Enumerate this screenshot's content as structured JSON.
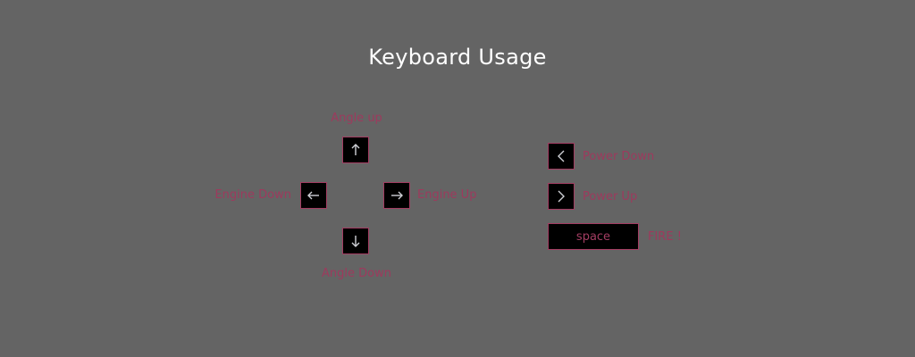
{
  "title": "Keyboard Usage",
  "colors": {
    "background": "#646464",
    "key_fill": "#000000",
    "key_border": "#a33d62",
    "label_text": "#9d3a5d",
    "title_text": "#ffffff"
  },
  "controls": {
    "angle_up": {
      "label": "Angle up",
      "key_icon": "arrow-up-icon"
    },
    "angle_down": {
      "label": "Angle Down",
      "key_icon": "arrow-down-icon"
    },
    "engine_down": {
      "label": "Engine Down",
      "key_icon": "arrow-left-icon"
    },
    "engine_up": {
      "label": "Engine Up",
      "key_icon": "arrow-right-icon"
    },
    "power_down": {
      "label": "Power Down",
      "key_icon": "chevron-left-icon"
    },
    "power_up": {
      "label": "Power Up",
      "key_icon": "chevron-right-icon"
    },
    "fire": {
      "label": "FIRE !",
      "key_label": "space"
    }
  }
}
